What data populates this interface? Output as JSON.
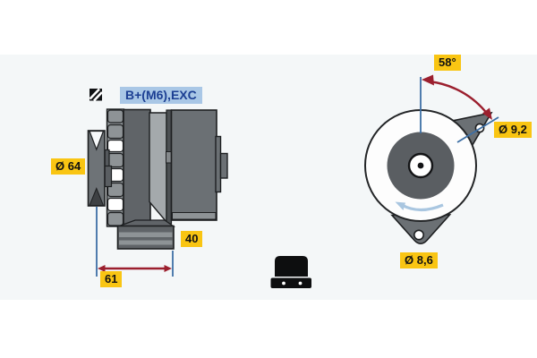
{
  "side_view": {
    "terminal_label": "B+(M6),EXC",
    "pulley_diameter": "Ø 64",
    "mount_width": "40",
    "mount_spacing": "61"
  },
  "rear_view": {
    "swivel_angle": "58°",
    "upper_hole_diameter": "Ø 9,2",
    "lower_hole_diameter": "Ø 8,6"
  },
  "icons": {
    "hatch": "hatched-square-icon",
    "connector": "connector-plug-icon"
  },
  "colors": {
    "label_bg": "#f9c513",
    "terminal_label_bg": "#a9c7e6",
    "terminal_label_text": "#1c3f93",
    "dimension_line": "#3d6fa5",
    "dimension_arrow": "#9b1f2e",
    "rotation_arrow": "#a9c6e0",
    "body_dark": "#606468",
    "body_mid": "#6b7074",
    "body_light": "#a4a9ac",
    "body_rib": "#8e9396",
    "canvas_tint": "#f4f7f8"
  }
}
